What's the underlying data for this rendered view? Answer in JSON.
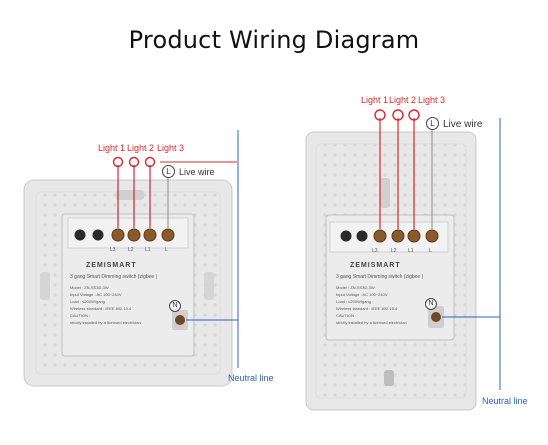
{
  "title": "Product Wiring Diagram",
  "left_switch": {
    "labels": {
      "light1": "Light 1",
      "light2": "Light 2",
      "light3": "Light 3",
      "live": "Live wire",
      "neutral": "Neutral line"
    },
    "terminals": [
      "L3",
      "L2",
      "L1",
      "L"
    ],
    "neutral_marker": "N",
    "live_marker": "L",
    "brand": "ZEMISMART",
    "product": "3 gang Smart Dimming switch (zigbee )",
    "specs": [
      "Model : ZN-SS3D-3W",
      "Input Voltage : AC 100~240V",
      "Load : ≤200W/gang",
      "Wireless standard : IEEE 802.15.4",
      "CAUTION :",
      "strictly installed by a licensed electrician"
    ]
  },
  "right_switch": {
    "labels": {
      "light1": "Light 1",
      "light2": "Light 2",
      "light3": "Light 3",
      "live": "Live wire",
      "neutral": "Neutral line"
    },
    "terminals": [
      "L3",
      "L2",
      "L1",
      "L"
    ],
    "neutral_marker": "N",
    "live_marker": "L",
    "brand": "ZEMISMART",
    "product": "3 gang Smart Dimming switch (zigbee )",
    "specs": [
      "Model : ZN-SS3D-3W",
      "Input Voltage : AC 100~240V",
      "Load : ≤200W/gang",
      "Wireless standard : IEEE 802.15.4",
      "CAUTION :",
      "strictly installed by a licensed electrician"
    ]
  },
  "colors": {
    "red": "#e0242a",
    "blue": "#2a62c9",
    "panel": "#e9e9e9"
  }
}
